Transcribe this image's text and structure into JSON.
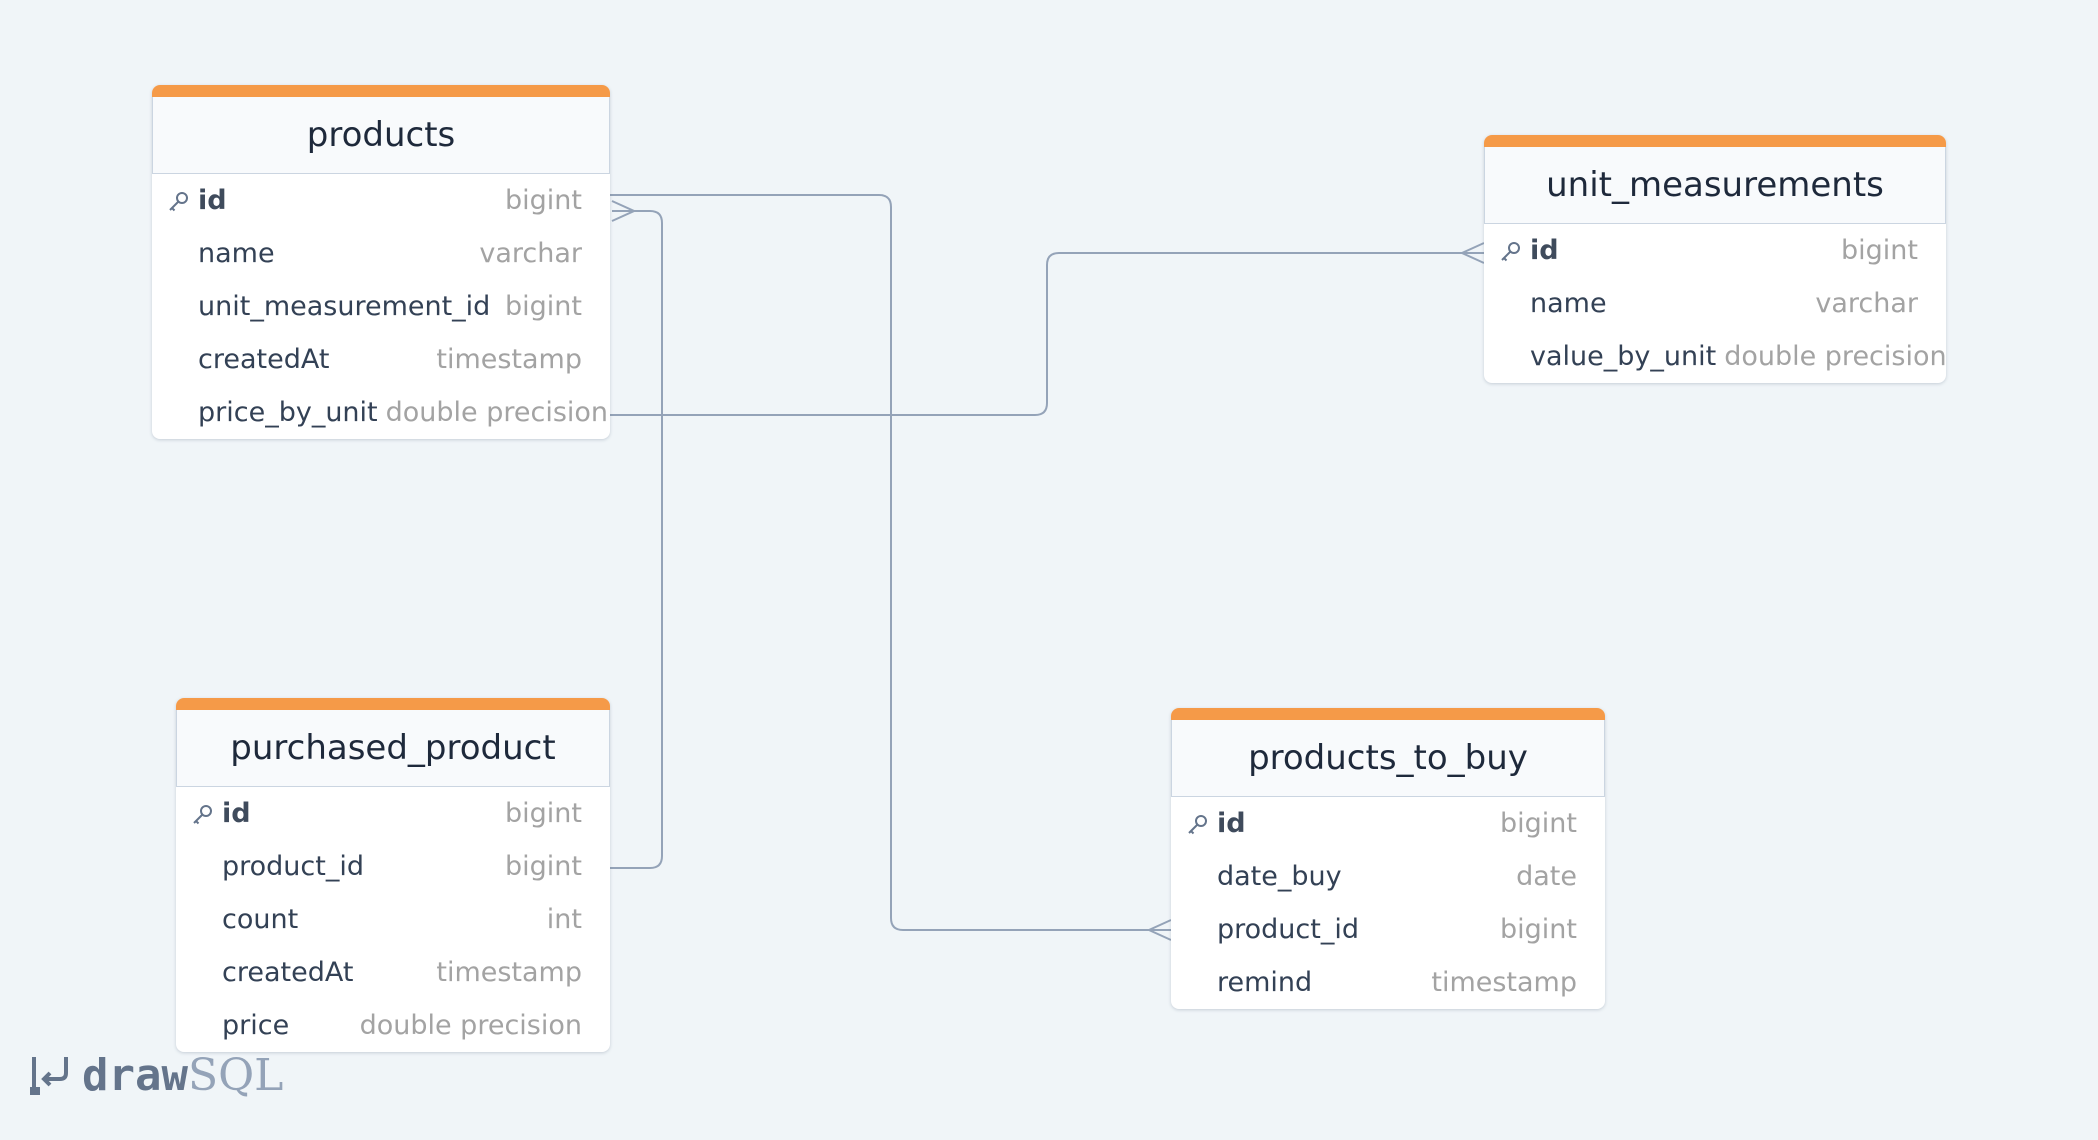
{
  "tables": [
    {
      "name": "products",
      "columns": [
        {
          "name": "id",
          "type": "bigint",
          "pk": true
        },
        {
          "name": "name",
          "type": "varchar"
        },
        {
          "name": "unit_measurement_id",
          "type": "bigint"
        },
        {
          "name": "createdAt",
          "type": "timestamp"
        },
        {
          "name": "price_by_unit",
          "type": "double precision"
        }
      ]
    },
    {
      "name": "unit_measurements",
      "columns": [
        {
          "name": "id",
          "type": "bigint",
          "pk": true
        },
        {
          "name": "name",
          "type": "varchar"
        },
        {
          "name": "value_by_unit",
          "type": "double precision"
        }
      ]
    },
    {
      "name": "purchased_product",
      "columns": [
        {
          "name": "id",
          "type": "bigint",
          "pk": true
        },
        {
          "name": "product_id",
          "type": "bigint"
        },
        {
          "name": "count",
          "type": "int"
        },
        {
          "name": "createdAt",
          "type": "timestamp"
        },
        {
          "name": "price",
          "type": "double precision"
        }
      ]
    },
    {
      "name": "products_to_buy",
      "columns": [
        {
          "name": "id",
          "type": "bigint",
          "pk": true
        },
        {
          "name": "date_buy",
          "type": "date"
        },
        {
          "name": "product_id",
          "type": "bigint"
        },
        {
          "name": "remind",
          "type": "timestamp"
        }
      ]
    }
  ],
  "relations": [
    {
      "from": "products.price_by_unit",
      "to": "unit_measurements.id",
      "to_end": "many"
    },
    {
      "from": "purchased_product.product_id",
      "to": "products.id",
      "to_end": "many"
    },
    {
      "from": "products.id",
      "to": "products_to_buy.product_id",
      "to_end": "many"
    }
  ],
  "logo": {
    "part1": "draw",
    "part2": "SQL"
  },
  "colors": {
    "background": "#f0f5f8",
    "header_bar": "#f59a48",
    "line": "#94a3b8"
  }
}
